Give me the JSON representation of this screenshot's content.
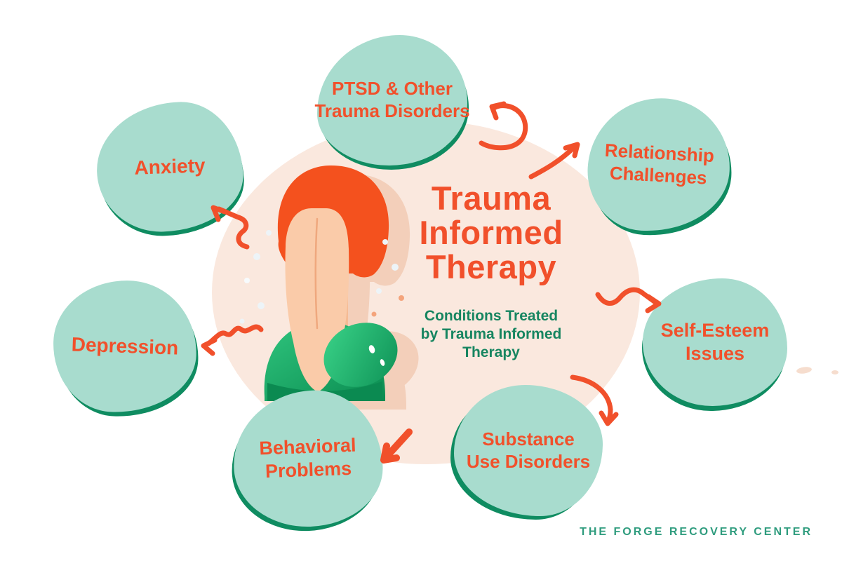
{
  "title": {
    "lines": [
      "Trauma",
      "Informed",
      "Therapy"
    ]
  },
  "subtitle": {
    "lines": [
      "Conditions Treated",
      "by Trauma Informed",
      "Therapy"
    ]
  },
  "blobs": [
    {
      "id": "anxiety",
      "lines": [
        "Anxiety"
      ]
    },
    {
      "id": "ptsd",
      "lines": [
        "PTSD & Other",
        "Trauma Disorders"
      ]
    },
    {
      "id": "relationship",
      "lines": [
        "Relationship",
        "Challenges"
      ]
    },
    {
      "id": "self-esteem",
      "lines": [
        "Self-Esteem",
        "Issues"
      ]
    },
    {
      "id": "substance",
      "lines": [
        "Substance",
        "Use Disorders"
      ]
    },
    {
      "id": "behavioral",
      "lines": [
        "Behavioral",
        "Problems"
      ]
    },
    {
      "id": "depression",
      "lines": [
        "Depression"
      ]
    }
  ],
  "footer": {
    "brand": "THE FORGE RECOVERY CENTER"
  },
  "icons": {
    "center_illustration": "crying-woman-covering-face",
    "arrow_style": "hand-drawn-orange-arrows"
  },
  "colors": {
    "accent_orange": "#F1502B",
    "blob_mint": "#A8DCCE",
    "blob_rim_green": "#0F8C61",
    "subtitle_green": "#168560",
    "footer_teal": "#2F9C7E",
    "background_peach": "#FAE8DE",
    "hair_orange": "#F4511E",
    "top_green": "#0A8B50"
  }
}
